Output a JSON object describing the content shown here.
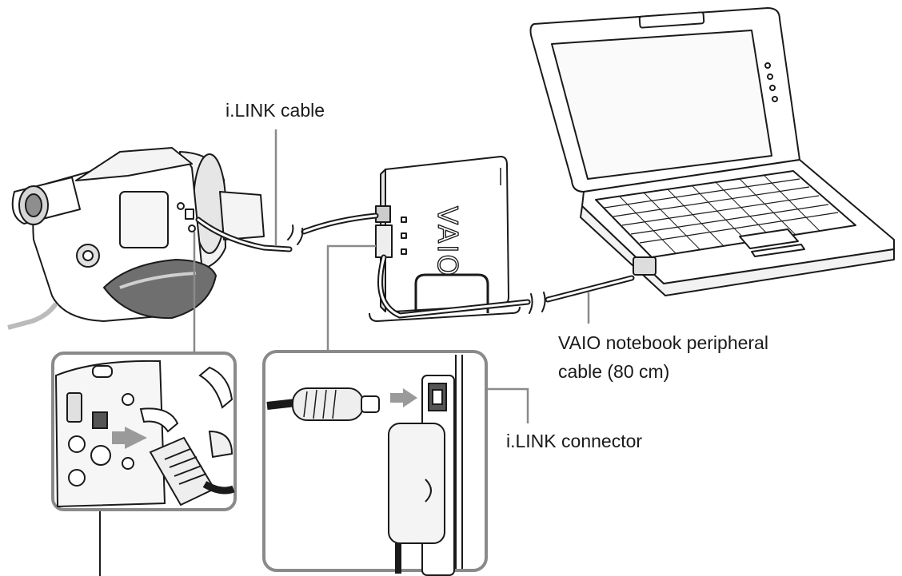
{
  "callouts": {
    "ilink_cable": "i.LINK cable",
    "vaio_cable_line1": "VAIO notebook peripheral",
    "vaio_cable_line2": "cable (80 cm)",
    "ilink_connector": "i.LINK connector"
  },
  "device_markings": {
    "drive_logo": "VAIO"
  },
  "colors": {
    "line": "#1a1a1a",
    "gray_fill": "#9a9a9a",
    "light_fill": "#eeeeee",
    "leader": "#8a8a8a"
  }
}
